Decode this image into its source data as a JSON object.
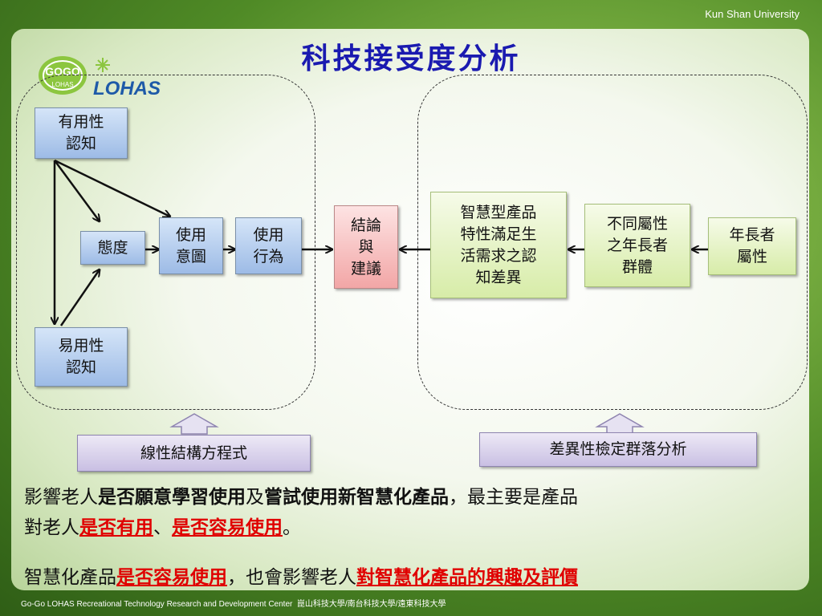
{
  "header": {
    "university": "Kun Shan University"
  },
  "title": "科技接受度分析",
  "logo": {
    "big_text": "LOHAS",
    "small_text": "GOGO",
    "tiny_text": "LOHAS",
    "colors": {
      "green": "#8cc63f",
      "blue": "#1e5aa8"
    }
  },
  "left_model": {
    "usefulness": "有用性\n認知",
    "ease_of_use": "易用性\n認知",
    "attitude": "態度",
    "intention": "使用\n意圖",
    "behavior": "使用\n行為"
  },
  "conclusion": "結論\n與\n建議",
  "right_model": {
    "difference": "智慧型產品\n特性滿足生\n活需求之認\n知差異",
    "groups": "不同屬性\n之年長者\n群體",
    "attributes": "年長者\n屬性"
  },
  "methods": {
    "left": "線性結構方程式",
    "right": "差異性檢定群落分析"
  },
  "paragraph1": {
    "p1": "影響老人",
    "p2": "是否願意學習使用",
    "p3": "及",
    "p4": "嘗試使用新智慧化產品",
    "p5": "，最主要是產品",
    "line2_p1": "對老人",
    "line2_p2": "是否有用",
    "line2_p3": "、",
    "line2_p4": "是否容易使用",
    "line2_p5": "。"
  },
  "paragraph2": {
    "p1": "智慧化產品",
    "p2": "是否容易使用",
    "p3": "，也會影響老人",
    "p4": "對智慧化產品的興趣及評價"
  },
  "footer": {
    "center": "Go-Go LOHAS Recreational Technology Research and Development Center",
    "schools": "崑山科技大學/南台科技大學/遠東科技大學"
  },
  "colors": {
    "title": "#1a1ab0",
    "emphasis_red": "#e00000"
  }
}
